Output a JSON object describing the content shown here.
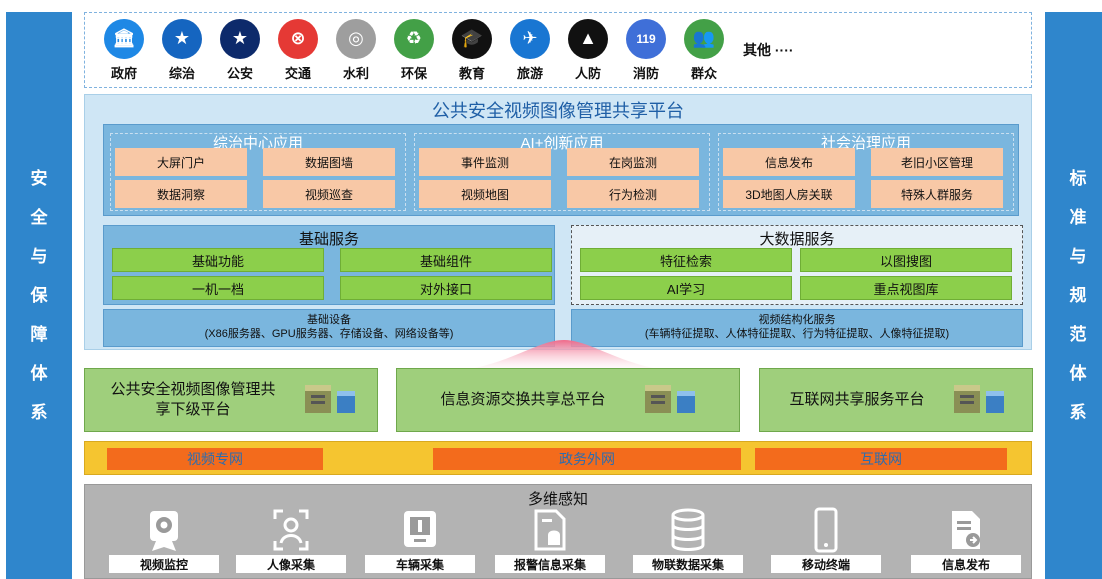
{
  "left_side": [
    "安",
    "全",
    "与",
    "保",
    "障",
    "体",
    "系"
  ],
  "right_side": [
    "标",
    "准",
    "与",
    "规",
    "范",
    "体",
    "系"
  ],
  "stakeholders": [
    {
      "label": "政府",
      "icon": "government-icon",
      "color": "#1e88e5",
      "glyph": "🏛"
    },
    {
      "label": "综治",
      "icon": "shield-star-icon",
      "color": "#1565c0",
      "glyph": "★"
    },
    {
      "label": "公安",
      "icon": "police-badge-icon",
      "color": "#0d2a6b",
      "glyph": "★"
    },
    {
      "label": "交通",
      "icon": "steering-wheel-icon",
      "color": "#e53935",
      "glyph": "⊗"
    },
    {
      "label": "水利",
      "icon": "water-icon",
      "color": "#9e9e9e",
      "glyph": "◎"
    },
    {
      "label": "环保",
      "icon": "recycle-icon",
      "color": "#43a047",
      "glyph": "♻"
    },
    {
      "label": "教育",
      "icon": "graduation-cap-icon",
      "color": "#111111",
      "glyph": "🎓"
    },
    {
      "label": "旅游",
      "icon": "travel-icon",
      "color": "#1976d2",
      "glyph": "✈"
    },
    {
      "label": "人防",
      "icon": "civil-defense-icon",
      "color": "#111111",
      "glyph": "▲"
    },
    {
      "label": "消防",
      "icon": "fire-119-icon",
      "color": "#3f6fd8",
      "glyph": "119"
    },
    {
      "label": "群众",
      "icon": "people-icon",
      "color": "#43a047",
      "glyph": "👥"
    }
  ],
  "stakeholders_more": "其他 ····",
  "platform": {
    "title": "公共安全视频图像管理共享平台",
    "app_groups": [
      {
        "title": "综治中心应用",
        "items": [
          "大屏门户",
          "数据图墙",
          "数据洞察",
          "视频巡查"
        ]
      },
      {
        "title": "AI+创新应用",
        "items": [
          "事件监测",
          "在岗监测",
          "视频地图",
          "行为检测"
        ]
      },
      {
        "title": "社会治理应用",
        "items": [
          "信息发布",
          "老旧小区管理",
          "3D地图人房关联",
          "特殊人群服务"
        ]
      }
    ],
    "basic_service": {
      "title": "基础服务",
      "items": [
        "基础功能",
        "基础组件",
        "一机一档",
        "对外接口"
      ]
    },
    "bigdata_service": {
      "title": "大数据服务",
      "items": [
        "特征检索",
        "以图搜图",
        "AI学习",
        "重点视图库"
      ]
    },
    "infra_left": {
      "line1": "基础设备",
      "line2": "(X86服务器、GPU服务器、存储设备、网络设备等)"
    },
    "infra_right": {
      "line1": "视频结构化服务",
      "line2": "(车辆特征提取、人体特征提取、行为特征提取、人像特征提取)"
    }
  },
  "sub_platforms": [
    {
      "line1": "公共安全视频图像管理共",
      "line2": "享下级平台"
    },
    {
      "line1": "信息资源交换共享总平台",
      "line2": ""
    },
    {
      "line1": "互联网共享服务平台",
      "line2": ""
    }
  ],
  "networks": [
    "视频专网",
    "政务外网",
    "互联网"
  ],
  "sensing": {
    "title": "多维感知",
    "items": [
      {
        "label": "视频监控",
        "icon": "camera-icon"
      },
      {
        "label": "人像采集",
        "icon": "face-scan-icon"
      },
      {
        "label": "车辆采集",
        "icon": "vehicle-device-icon"
      },
      {
        "label": "报警信息采集",
        "icon": "alarm-doc-icon"
      },
      {
        "label": "物联数据采集",
        "icon": "database-icon"
      },
      {
        "label": "移动终端",
        "icon": "mobile-icon"
      },
      {
        "label": "信息发布",
        "icon": "publish-doc-icon"
      }
    ]
  },
  "colors": {
    "side": "#2f86cc",
    "orange_cell": "#f8c8a6",
    "green_cell": "#8ccf4b",
    "network_bar": "#f5c530",
    "network_item": "#f36b1c"
  }
}
